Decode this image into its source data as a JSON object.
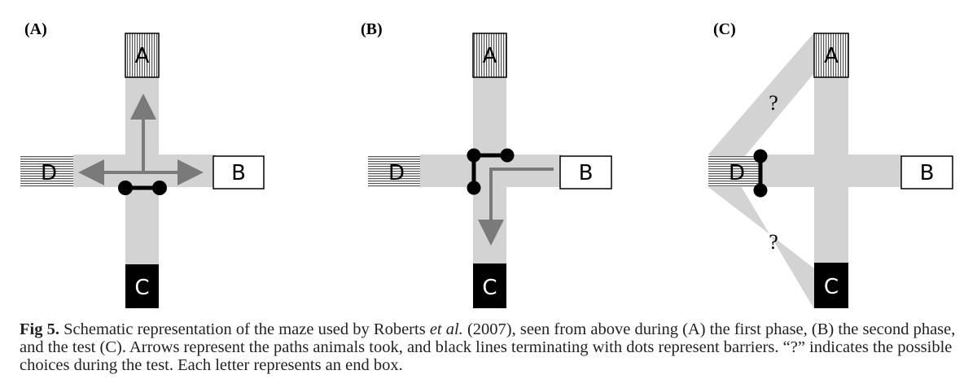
{
  "panels": [
    {
      "label": "(A)",
      "boxes": {
        "A": "A",
        "B": "B",
        "C": "C",
        "D": "D"
      }
    },
    {
      "label": "(B)",
      "boxes": {
        "A": "A",
        "B": "B",
        "C": "C",
        "D": "D"
      }
    },
    {
      "label": "(C)",
      "boxes": {
        "A": "A",
        "B": "B",
        "C": "C",
        "D": "D"
      },
      "choice_marks": [
        "?",
        "?"
      ]
    }
  ],
  "caption": {
    "fig_number": "Fig 5.",
    "text_1": " Schematic representation of the maze used by Roberts ",
    "italic": "et al.",
    "text_2": " (2007), seen from above during (A) the first phase, (B) the second phase, and the test (C). Arrows represent the paths animals took, and black lines terminating with dots represent barriers. “?” indicates the possible choices during the test. Each letter represents an end box."
  },
  "colors": {
    "path": "#d3d3d3",
    "arrow": "#7a7a7a",
    "barrier": "#000000",
    "box_border": "#000000"
  },
  "icons": [
    "arrow-icon",
    "barrier-icon",
    "hatched-box-icon"
  ]
}
